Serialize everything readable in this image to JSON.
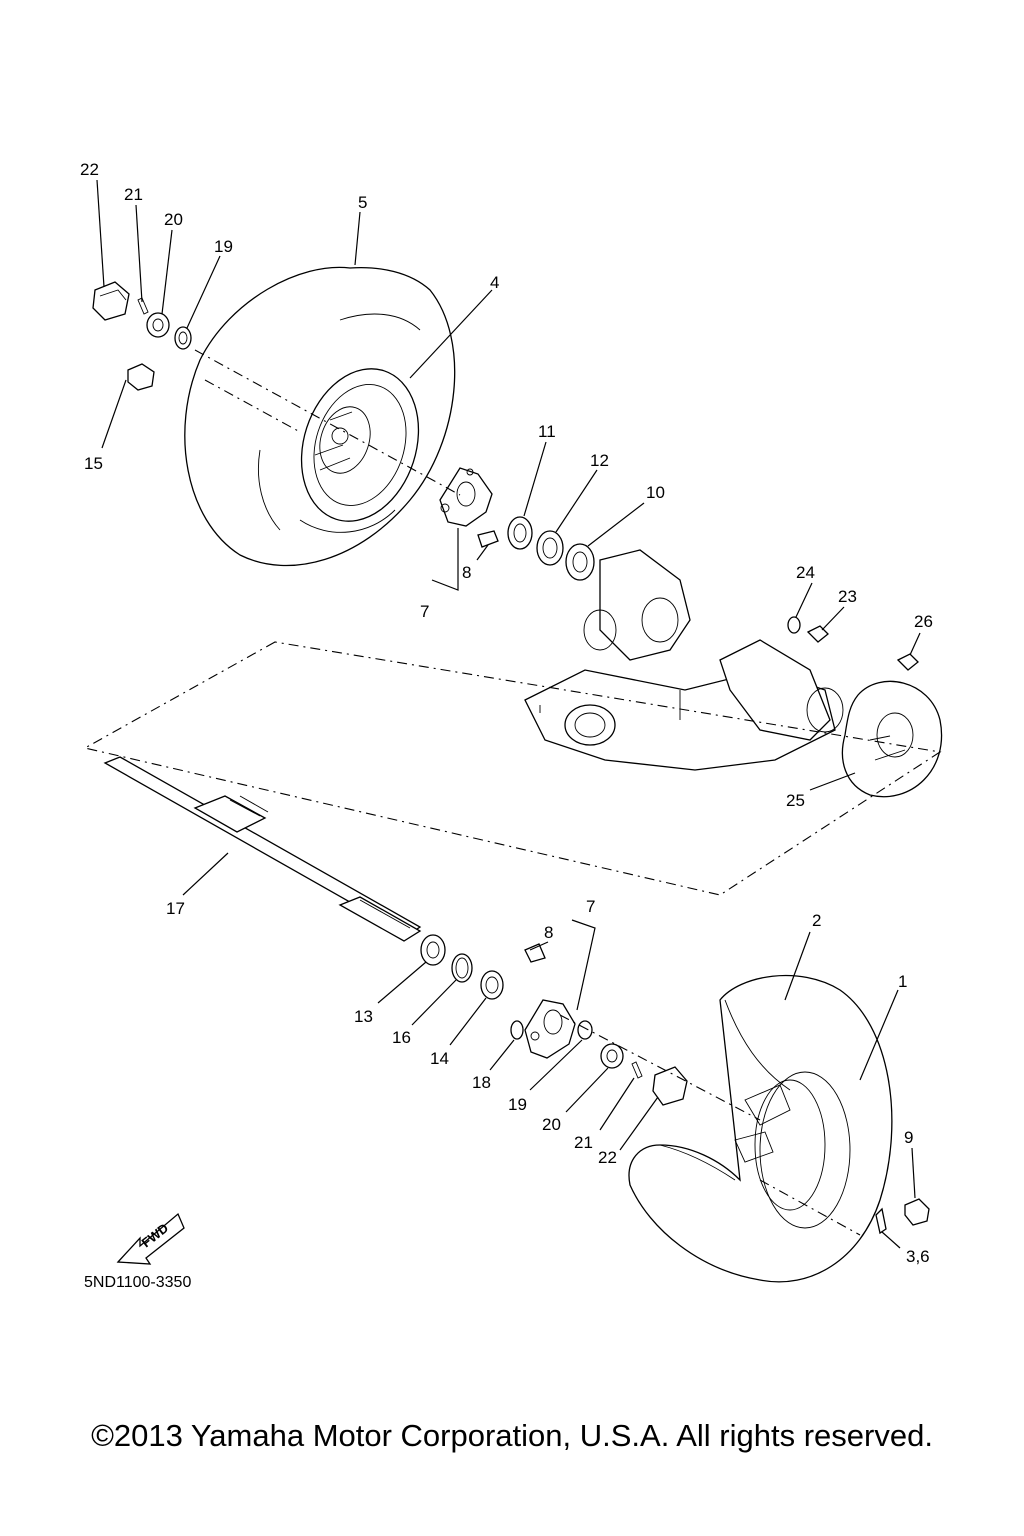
{
  "callouts": [
    {
      "id": "c22a",
      "text": "22"
    },
    {
      "id": "c21a",
      "text": "21"
    },
    {
      "id": "c20a",
      "text": "20"
    },
    {
      "id": "c19a",
      "text": "19"
    },
    {
      "id": "c5",
      "text": "5"
    },
    {
      "id": "c4",
      "text": "4"
    },
    {
      "id": "c15",
      "text": "15"
    },
    {
      "id": "c11",
      "text": "11"
    },
    {
      "id": "c12",
      "text": "12"
    },
    {
      "id": "c10",
      "text": "10"
    },
    {
      "id": "c8a",
      "text": "8"
    },
    {
      "id": "c7a",
      "text": "7"
    },
    {
      "id": "c24",
      "text": "24"
    },
    {
      "id": "c23",
      "text": "23"
    },
    {
      "id": "c26",
      "text": "26"
    },
    {
      "id": "c25",
      "text": "25"
    },
    {
      "id": "c17",
      "text": "17"
    },
    {
      "id": "c7b",
      "text": "7"
    },
    {
      "id": "c8b",
      "text": "8"
    },
    {
      "id": "c2",
      "text": "2"
    },
    {
      "id": "c1",
      "text": "1"
    },
    {
      "id": "c13",
      "text": "13"
    },
    {
      "id": "c16",
      "text": "16"
    },
    {
      "id": "c14",
      "text": "14"
    },
    {
      "id": "c18",
      "text": "18"
    },
    {
      "id": "c19b",
      "text": "19"
    },
    {
      "id": "c20b",
      "text": "20"
    },
    {
      "id": "c21b",
      "text": "21"
    },
    {
      "id": "c22b",
      "text": "22"
    },
    {
      "id": "c9",
      "text": "9"
    },
    {
      "id": "c36",
      "text": "3,6"
    }
  ],
  "fwd_label": "FWD",
  "diagram_code": "5ND1100-3350",
  "copyright": "©2013 Yamaha Motor Corporation, U.S.A. All rights reserved."
}
